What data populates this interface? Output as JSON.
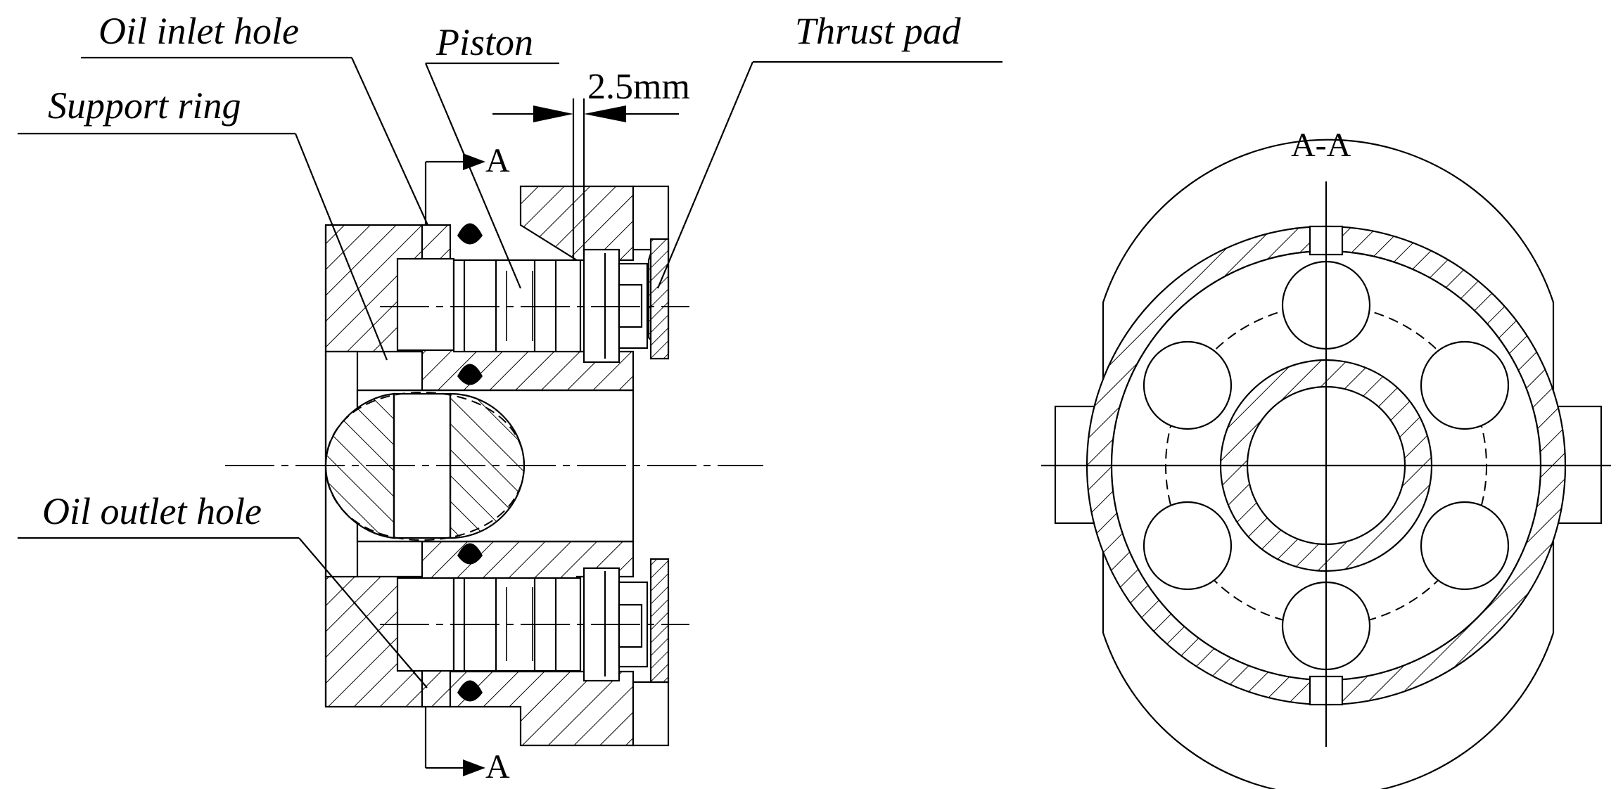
{
  "labels": {
    "oil_inlet": "Oil inlet hole",
    "piston": "Piston",
    "thrust_pad": "Thrust pad",
    "support_ring": "Support ring",
    "oil_outlet": "Oil outlet hole",
    "dimension": "2.5mm",
    "section_title": "A-A",
    "section_marker_top": "A",
    "section_marker_bottom": "A"
  }
}
